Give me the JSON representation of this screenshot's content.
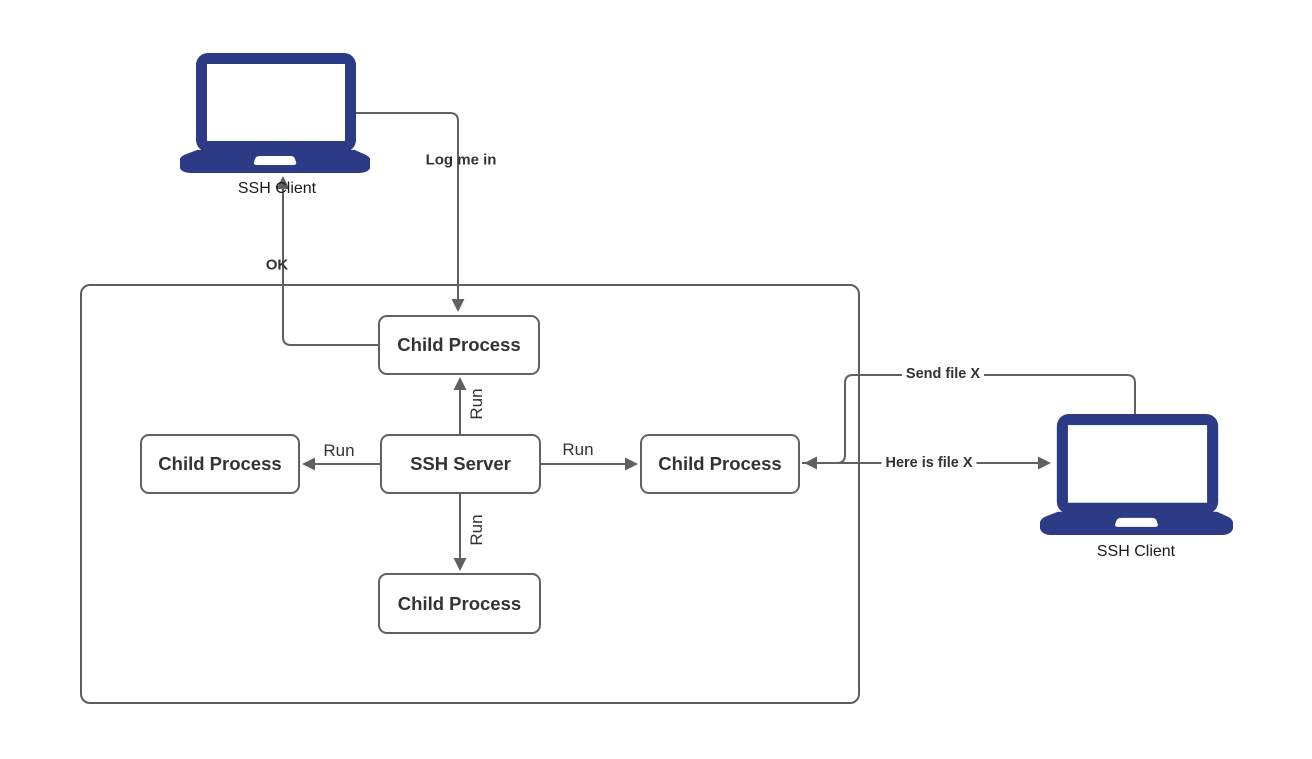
{
  "diagram": {
    "title": "SSH client-server process diagram",
    "nodes": {
      "ssh_server": "SSH Server",
      "child_top": "Child Process",
      "child_left": "Child Process",
      "child_right": "Child Process",
      "child_bottom": "Child Process"
    },
    "clients": {
      "left_label": "SSH Client",
      "right_label": "SSH Client"
    },
    "edge_labels": {
      "log_me_in": "Log me in",
      "ok": "OK",
      "run_up": "Run",
      "run_left": "Run",
      "run_right": "Run",
      "run_down": "Run",
      "send_file": "Send file X",
      "here_is_file": "Here is file X"
    },
    "colors": {
      "laptop_fill": "#2d3a85",
      "line": "#606060",
      "node_border": "#616161",
      "text": "#333333"
    }
  }
}
